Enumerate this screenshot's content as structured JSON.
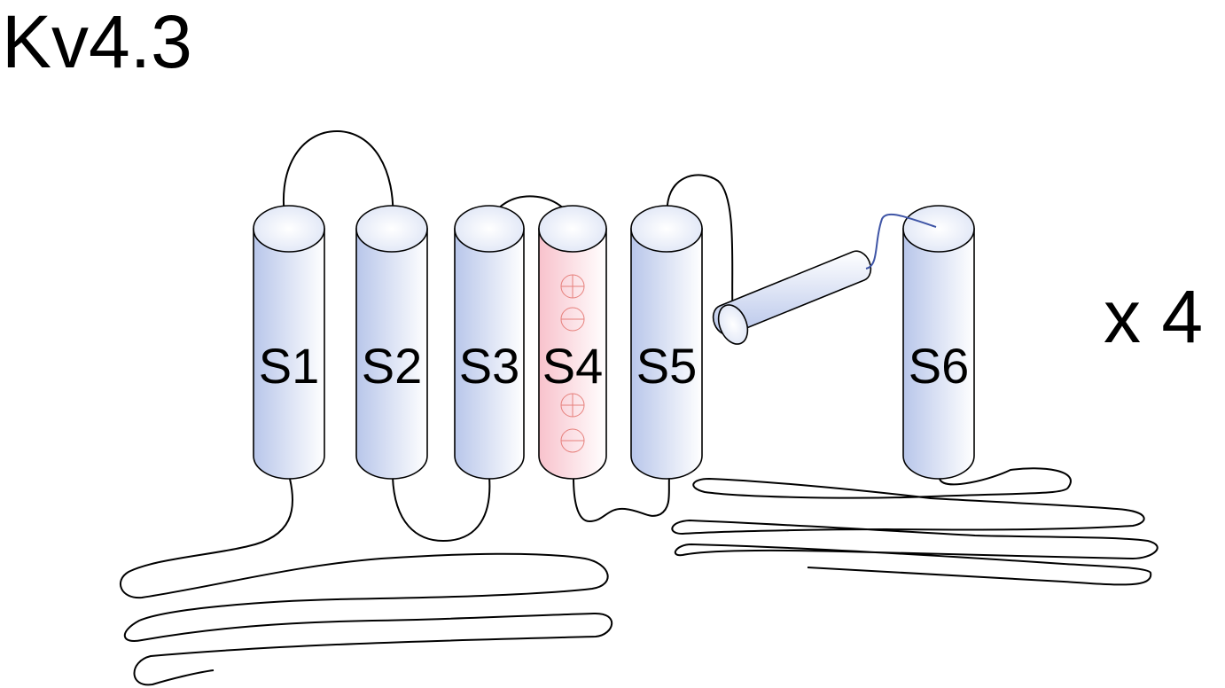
{
  "title": "Kv4.3",
  "multiplier": "x 4",
  "segments": [
    {
      "label": "S1",
      "tint": "blue"
    },
    {
      "label": "S2",
      "tint": "blue"
    },
    {
      "label": "S3",
      "tint": "blue"
    },
    {
      "label": "S4",
      "tint": "pink",
      "charges": [
        "plus",
        "minus",
        "plus",
        "minus"
      ]
    },
    {
      "label": "S5",
      "tint": "blue"
    },
    {
      "label": "S6",
      "tint": "blue"
    }
  ],
  "colors": {
    "blue_tint": "#b8c6ea",
    "pink_tint": "#f8c2cc",
    "charge_stroke": "#e6807c",
    "pore_loop": "#3f55a6"
  }
}
